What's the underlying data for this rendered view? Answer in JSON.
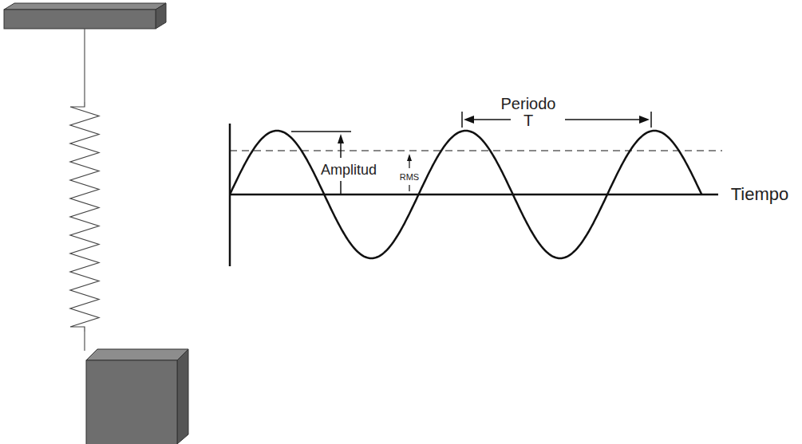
{
  "diagram": {
    "labels": [
      "Periodo",
      "T",
      "Amplitud",
      "RMS",
      "Tiempo"
    ]
  }
}
